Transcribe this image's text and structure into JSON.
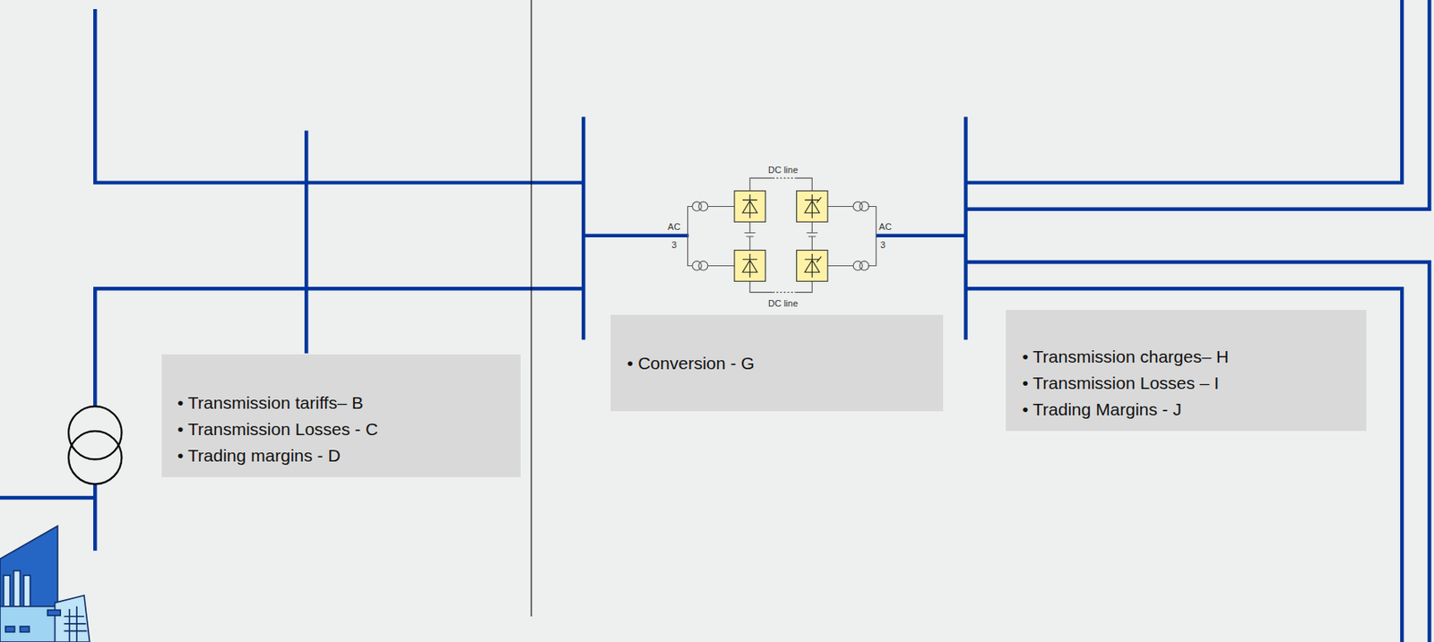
{
  "diagram": {
    "nodes": [
      {
        "text": [
          "• Transmission tariffs– B",
          "• Transmission Losses - C",
          "• Trading margins - D"
        ]
      },
      {
        "text": [
          "• Conversion - G"
        ]
      },
      {
        "text": [
          "• Transmission charges– H",
          "• Transmission Losses – I",
          "• Trading Margins - J"
        ]
      }
    ],
    "labels": [
      "DC line",
      "AC",
      "3",
      "AC",
      "3",
      "DC line"
    ]
  }
}
